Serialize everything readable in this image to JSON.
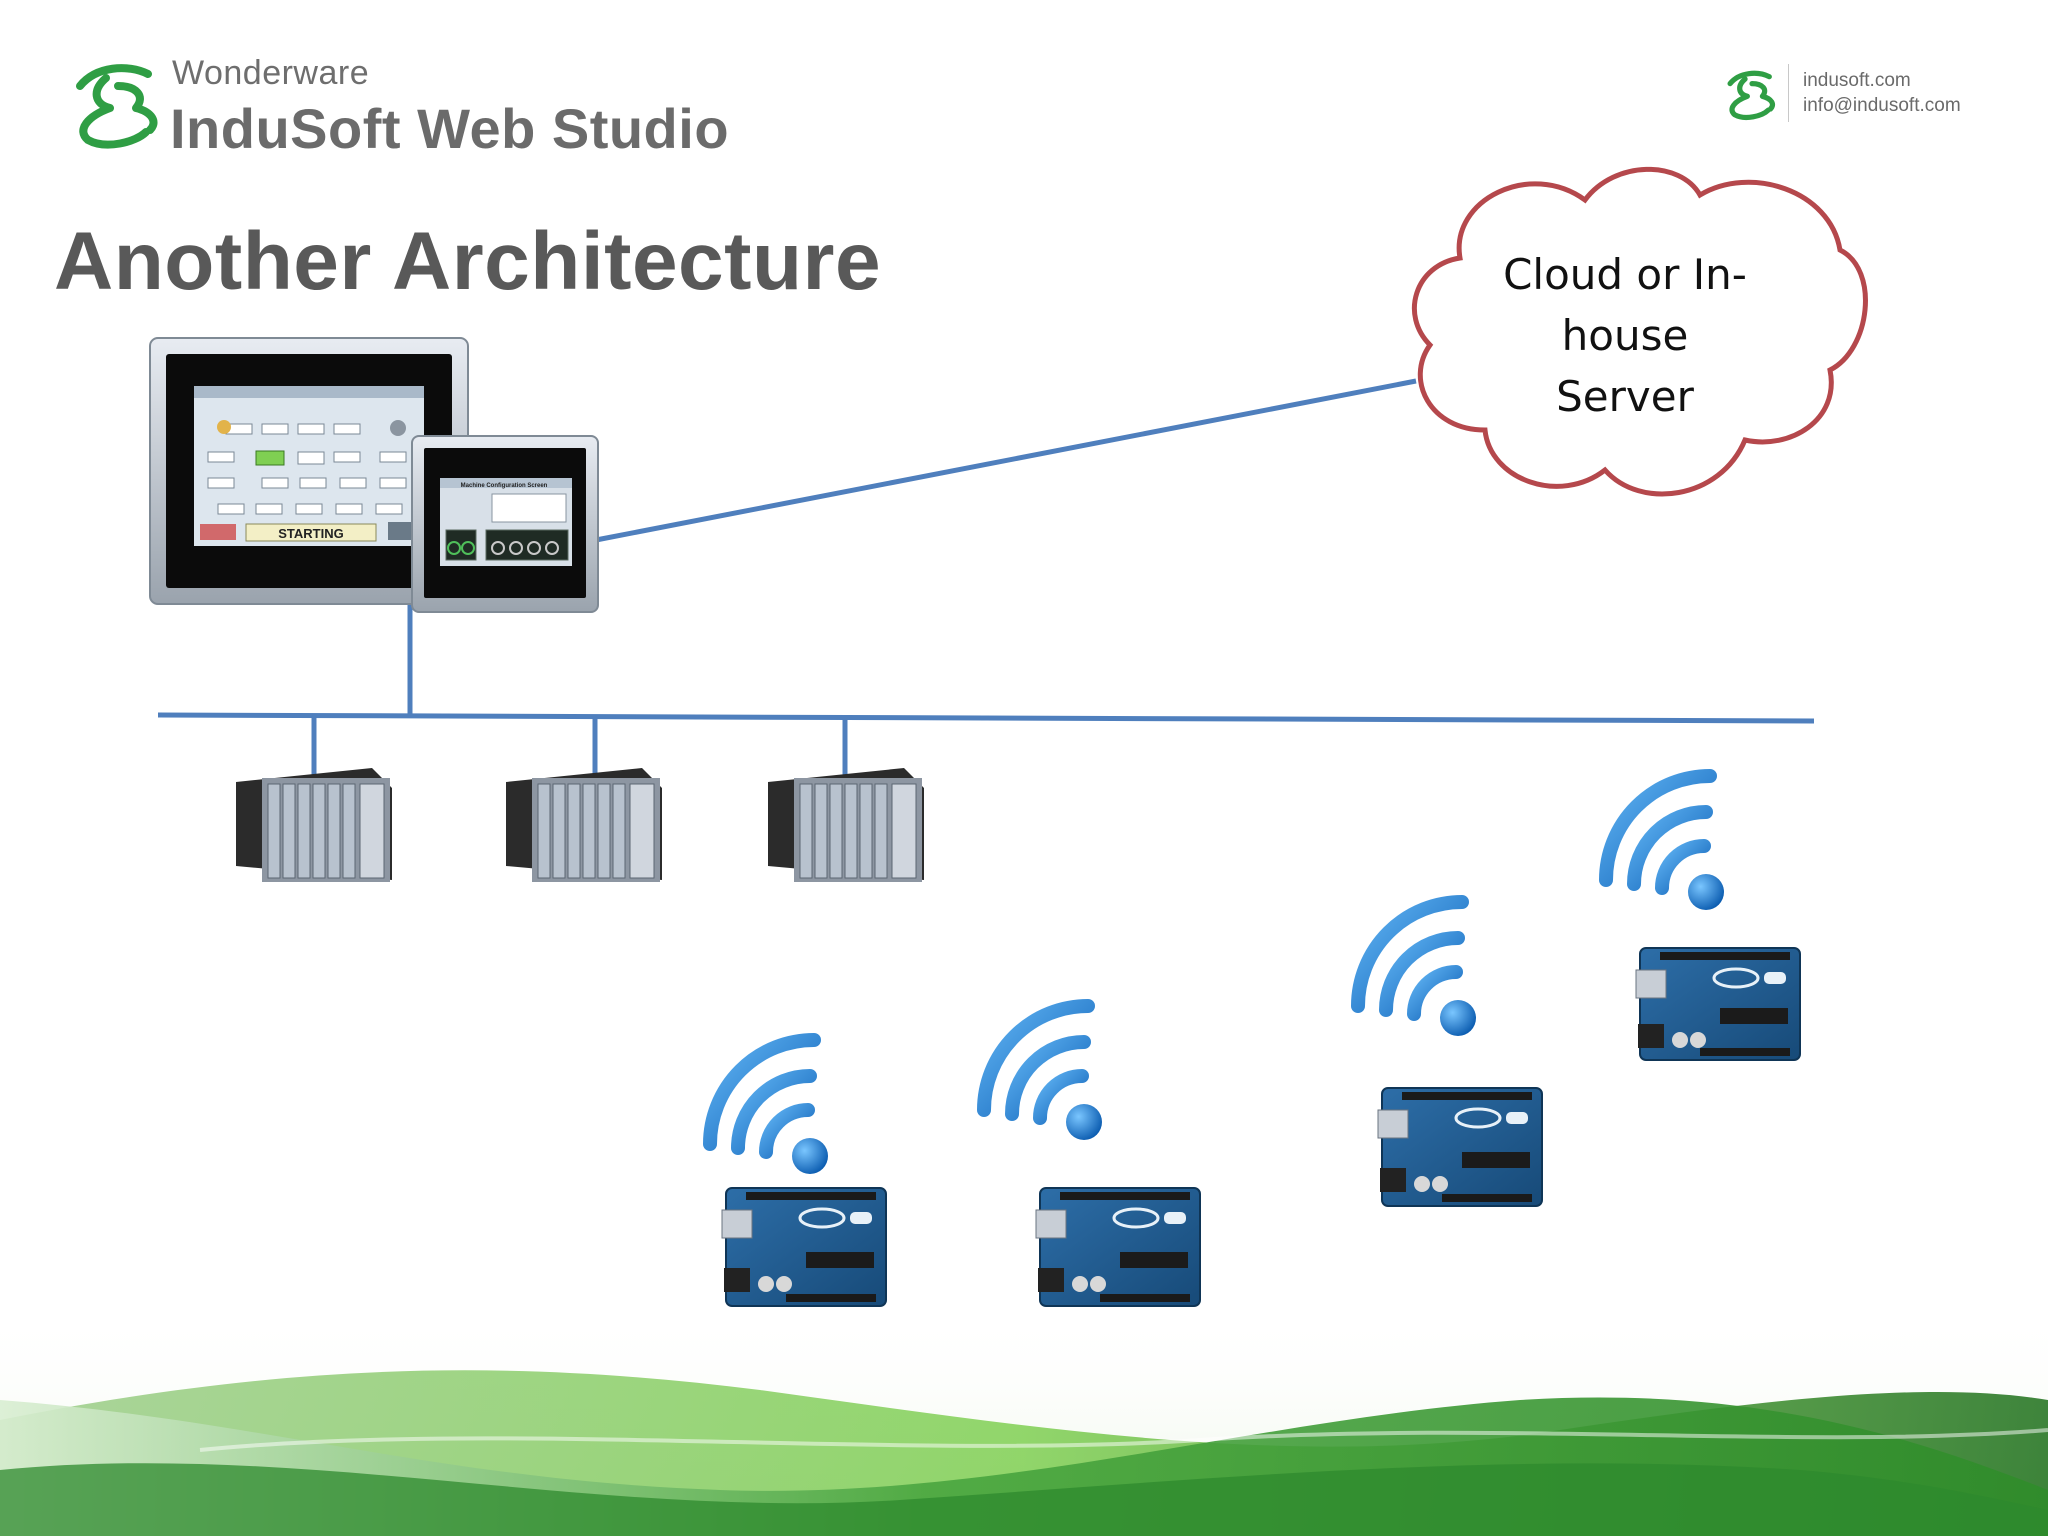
{
  "header": {
    "logo_brand": "Wonderware",
    "logo_product": "InduSoft Web Studio",
    "contact_website": "indusoft.com",
    "contact_email": "info@indusoft.com"
  },
  "slide": {
    "title": "Another Architecture",
    "cloud_label_lines": [
      "Cloud or In-",
      "house",
      "Server"
    ]
  },
  "hmi_screen": {
    "status_text": "STARTING",
    "secondary_title": "Machine Configuration Screen"
  },
  "colors": {
    "network_line": "#4f7fbd",
    "cloud_outline": "#b5484c",
    "wifi_blue": "#1f7fd6",
    "title_gray": "#595959",
    "footer_green": "#5fbf3a"
  },
  "icons": {
    "logo": "indusoft-logo-icon",
    "small_logo": "indusoft-small-logo-icon",
    "cloud": "cloud-icon",
    "panel": "hmi-panel-icon",
    "plc": "plc-rack-icon",
    "wifi": "wifi-icon",
    "board": "arduino-board-icon"
  }
}
